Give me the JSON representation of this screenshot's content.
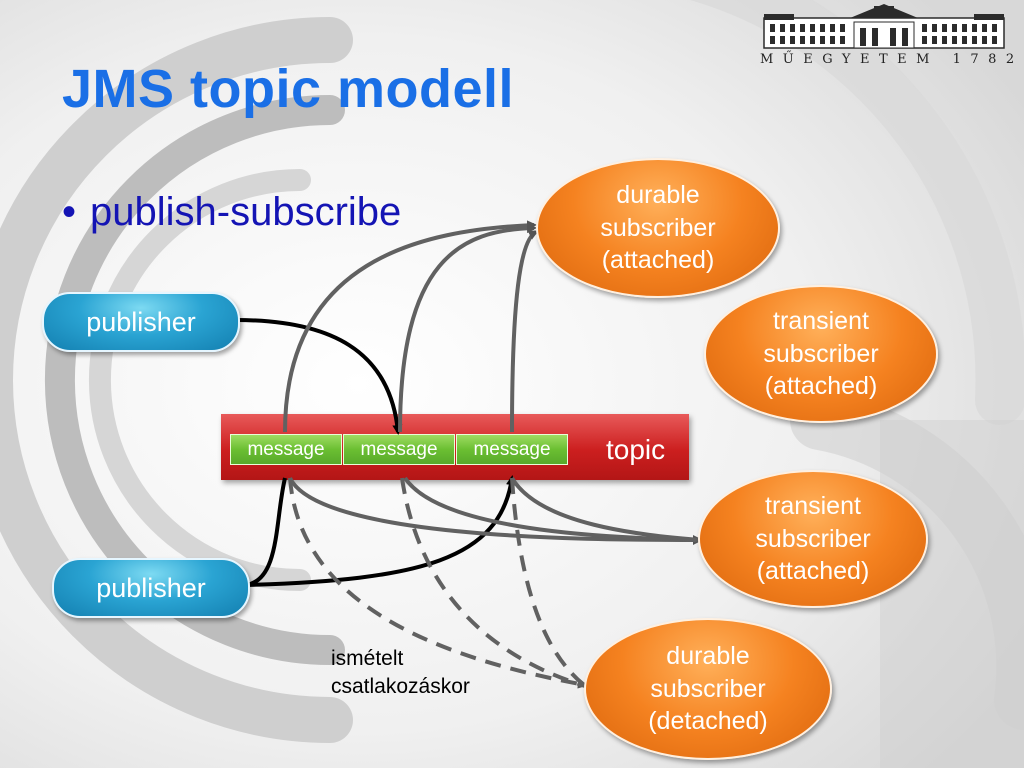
{
  "slide": {
    "title": "JMS topic modell",
    "bullet": "publish-subscribe",
    "logo_text": "MŰEGYETEM 1782"
  },
  "publishers": [
    {
      "label": "publisher"
    },
    {
      "label": "publisher"
    }
  ],
  "topic": {
    "label": "topic",
    "messages": [
      "message",
      "message",
      "message"
    ]
  },
  "subscribers": [
    {
      "label": "durable subscriber (attached)"
    },
    {
      "label": "transient subscriber (attached)"
    },
    {
      "label": "transient subscriber (attached)"
    },
    {
      "label": "durable subscriber (detached)"
    }
  ],
  "note": {
    "line1": "ismételt",
    "line2": "csatlakozáskor"
  },
  "colors": {
    "title": "#1a6fe6",
    "bullet": "#1414b4",
    "publisher": "#2aa4d3",
    "subscriber": "#f58220",
    "topic": "#cc1f1f",
    "message": "#6bbf32"
  }
}
